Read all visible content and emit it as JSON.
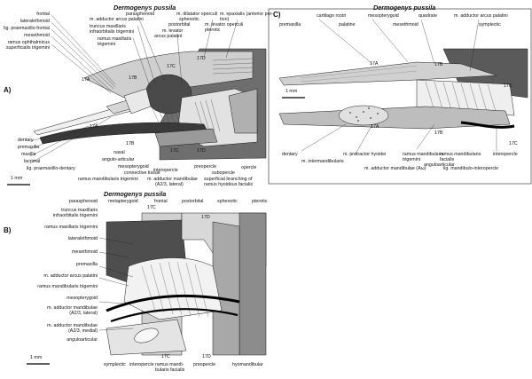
{
  "species_title": "Dermogenys pussila",
  "panels": [
    {
      "letter": "A)",
      "scale": "1 mm"
    },
    {
      "letter": "B)",
      "scale": "1 mm"
    },
    {
      "letter": "C)",
      "scale": "1 mm"
    }
  ],
  "labels_a": {
    "left": [
      "frontal",
      "lateralethmoid",
      "lig. praemaxillo-frontal",
      "mesethmoid",
      "ramus ophthalmicus",
      "superficialis trigemini"
    ],
    "top": [
      "parasphenoid",
      "m. adductor arcus palatini",
      "truncus maxillaris",
      "infraorbitalis trigemini",
      "ramus maxillaris",
      "trigemini",
      "postorbital",
      "m. levator",
      "arcus palatini",
      "m. dilatator operculi",
      "sphenotic",
      "m. epaxialis (anterior por-",
      "tion)",
      "m. levator operculi",
      "pterotic"
    ],
    "bottom_left": [
      "dentary",
      "premaxilla",
      "maxilla",
      "lacrimal",
      "lig. praemaxillo-dentary"
    ],
    "bottom": [
      "nasal",
      "angulo-articular",
      "mesopterygoid",
      "connective tissue",
      "ramus mandibularis trigemini",
      "m. adductor mandibulae",
      "(A2/3, lateral)",
      "interopercle",
      "preopercle",
      "subopercle",
      "opercle",
      "superficial branching of",
      "ramus hyoideus facialis"
    ],
    "tags": [
      "17A",
      "17B",
      "17C",
      "17D",
      "17A",
      "17B",
      "17C",
      "17D"
    ]
  },
  "labels_b": {
    "left": [
      "parasphenoid",
      "truncus maxillaris",
      "infraorbitalis trigemini",
      "ramus maxillaris trigemini",
      "lateralethmoid",
      "mesethmoid",
      "premaxilla",
      "m. adductor arcus palatini",
      "ramus mandibularis trigemini",
      "mesopterygoid",
      "m. adductor mandibulae",
      "(A2/3, lateral)",
      "m. adductor mandibulae",
      "(A2/3, medial)",
      "anguloarticular"
    ],
    "top": [
      "metapterygoid",
      "frontal",
      "postorbital",
      "sphenotic",
      "pterotic"
    ],
    "bottom": [
      "symplectic",
      "interopercle",
      "ramus mandi-",
      "bularis facialis",
      "preopercle",
      "hyomandibular"
    ],
    "tags": [
      "17C",
      "17D",
      "17C",
      "17D"
    ]
  },
  "labels_c": {
    "top": [
      "cartilago rostri",
      "mesopterygoid",
      "quadrate",
      "m. adductor arcus palatini",
      "premaxilla",
      "palatine",
      "mesethmoid",
      "symplectic"
    ],
    "bottom": [
      "dentary",
      "m. intermandibularis",
      "m. protractor hyoidei",
      "m. adductor mandibulae (Aω)",
      "ramus mandibularis",
      "trigemini",
      "ramus mandibularis",
      "facialis",
      "anguloarticular",
      "lig. mandibulo-interopercle",
      "interopercle"
    ],
    "tags": [
      "17A",
      "17B",
      "17C",
      "17A",
      "17B",
      "17C"
    ]
  },
  "colors": {
    "dark_bone": "#555555",
    "mid_bone": "#8a8a8a",
    "light_bone": "#c8c8c8",
    "pale": "#e6e6e6",
    "outline": "#1a1a1a"
  }
}
